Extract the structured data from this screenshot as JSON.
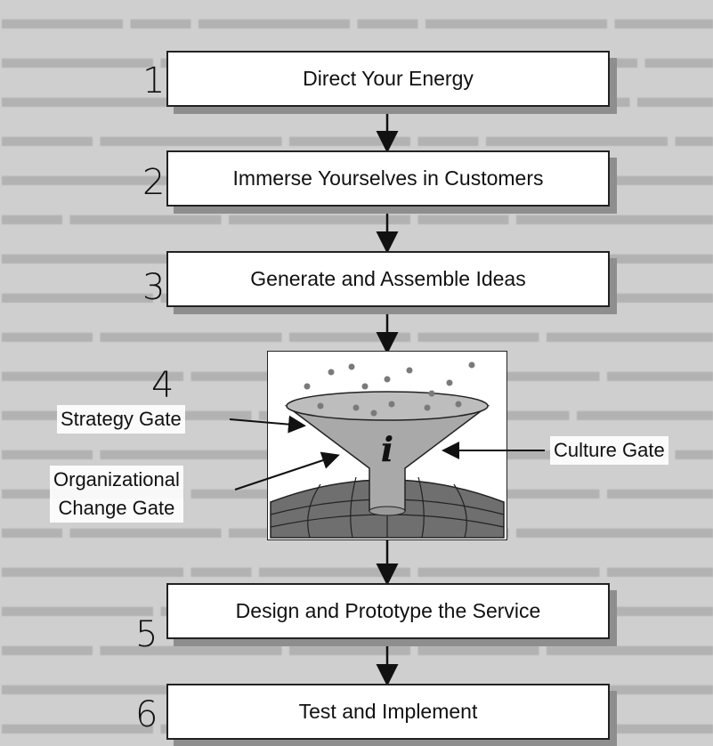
{
  "steps": [
    {
      "number": "1",
      "label": "Direct Your Energy"
    },
    {
      "number": "2",
      "label": "Immerse Yourselves in Customers"
    },
    {
      "number": "3",
      "label": "Generate and Assemble Ideas"
    },
    {
      "number": "4",
      "label": ""
    },
    {
      "number": "5",
      "label": "Design and Prototype the Service"
    },
    {
      "number": "6",
      "label": "Test and Implement"
    }
  ],
  "funnel": {
    "icon_letter": "i",
    "gates": {
      "strategy": "Strategy Gate",
      "culture": "Culture Gate",
      "organizational_line1": "Organizational",
      "organizational_line2": "Change Gate"
    }
  },
  "colors": {
    "paper": "#cfcfcf",
    "box": "#ffffff",
    "shadow": "#8e8e8e",
    "funnel": "#a9a9a9",
    "dots": "#7a7a7a",
    "ground": "#6f6f6f"
  }
}
